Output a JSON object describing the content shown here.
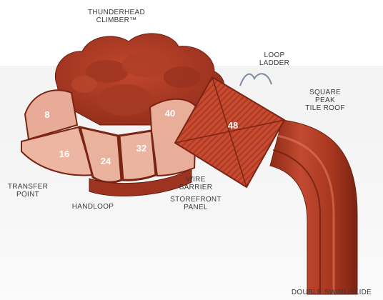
{
  "callouts": {
    "thunderhead": "THUNDERHEAD\nCLIMBER™",
    "loop_ladder": "LOOP\nLADDER",
    "square_peak": "SQUARE\nPEAK\nTILE ROOF",
    "transfer_point": "TRANSFER\nPOINT",
    "handloop": "HANDLOOP",
    "wire_barrier": "WIRE\nBARRIER",
    "storefront": "STOREFRONT\nPANEL",
    "double_swirl": "DOUBLE SWIRL SLIDE"
  },
  "deck_heights": {
    "d8": "8",
    "d16": "16",
    "d24": "24",
    "d32": "32",
    "d40": "40",
    "d48": "48"
  },
  "colors": {
    "structure_red": "#b83d26",
    "deck_light": "#eab3a0",
    "roof_red": "#c9452d"
  }
}
